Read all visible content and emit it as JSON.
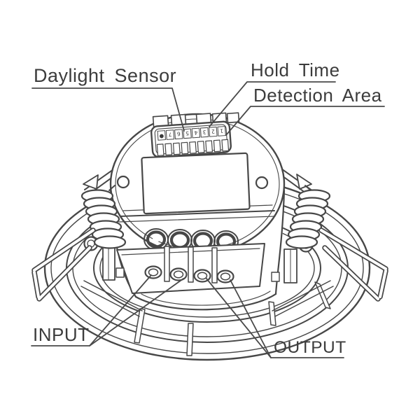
{
  "figure": {
    "type": "technical-line-drawing",
    "subject": "recessed ceiling sensor, rear view with mounting springs",
    "background_color": "#ffffff",
    "line_color": "#474747",
    "text_color": "#3c3c3c"
  },
  "labels": {
    "daylight_sensor": "Daylight Sensor",
    "hold_time": "Hold Time",
    "detection_area": "Detection Area",
    "input": "INPUT",
    "output": "OUTPUT"
  },
  "dip_switch": {
    "positions": 8,
    "cells": [
      "●",
      "7",
      "6",
      "5",
      "4",
      "3",
      "2",
      "1"
    ]
  }
}
